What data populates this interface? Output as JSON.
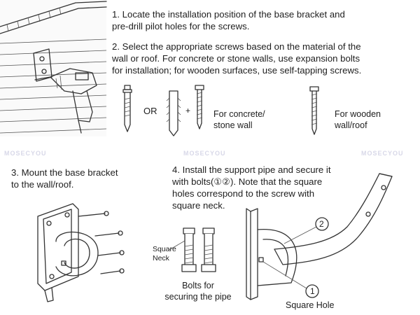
{
  "step1": {
    "line1": "1. Locate the installation position of the base bracket and",
    "line2": "pre-drill pilot holes for the screws."
  },
  "step2": {
    "line1": "2. Select the appropriate screws based on the material of the",
    "line2": "wall or roof. For concrete or stone walls, use expansion bolts",
    "line3": "for installation; for wooden surfaces, use self-tapping screws."
  },
  "or_label": "OR",
  "plus_label": "+",
  "concrete_label": {
    "line1": "For concrete/",
    "line2": "stone wall"
  },
  "wooden_label": {
    "line1": "For wooden",
    "line2": "wall/roof"
  },
  "step3": {
    "line1": "3. Mount the base bracket",
    "line2": "to the wall/roof."
  },
  "step4": {
    "line1": "4. Install the support pipe and secure it",
    "line2": "with bolts(①②). Note that the square",
    "line3": "holes correspond to the screw with",
    "line4": "square neck."
  },
  "square_neck": {
    "line1": "Square",
    "line2": "Neck"
  },
  "bolts_caption": {
    "line1": "Bolts for",
    "line2": "securing the pipe"
  },
  "callout_1": "1",
  "callout_2": "2",
  "square_hole_label": "Square Hole",
  "watermark": "MOSECYOU"
}
